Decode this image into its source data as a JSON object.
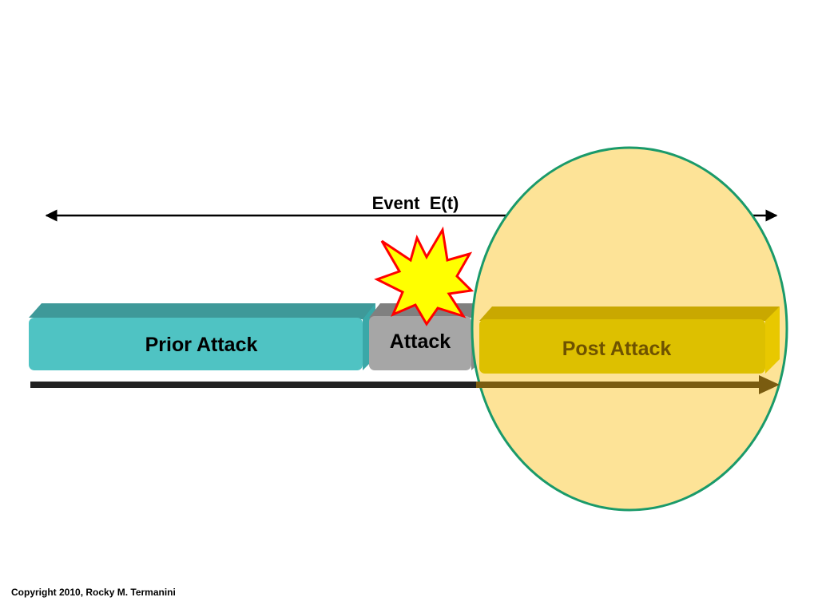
{
  "diagram": {
    "event_label": "Event  E(t)",
    "phases": {
      "prior": "Prior Attack",
      "attack": "Attack",
      "post": "Post Attack"
    }
  },
  "footer": {
    "copyright": "Copyright 2010, Rocky M. Termanini"
  },
  "colors": {
    "prior_block": "#4fc3c3",
    "attack_block": "#a6a6a6",
    "post_block": "#ddc000",
    "highlight_fill": "#fde397",
    "highlight_stroke": "#1a9a6a",
    "burst_fill": "#ffff00",
    "burst_stroke": "#ff0000",
    "timeline": "#222222",
    "timeline_post": "#7a5c10"
  }
}
